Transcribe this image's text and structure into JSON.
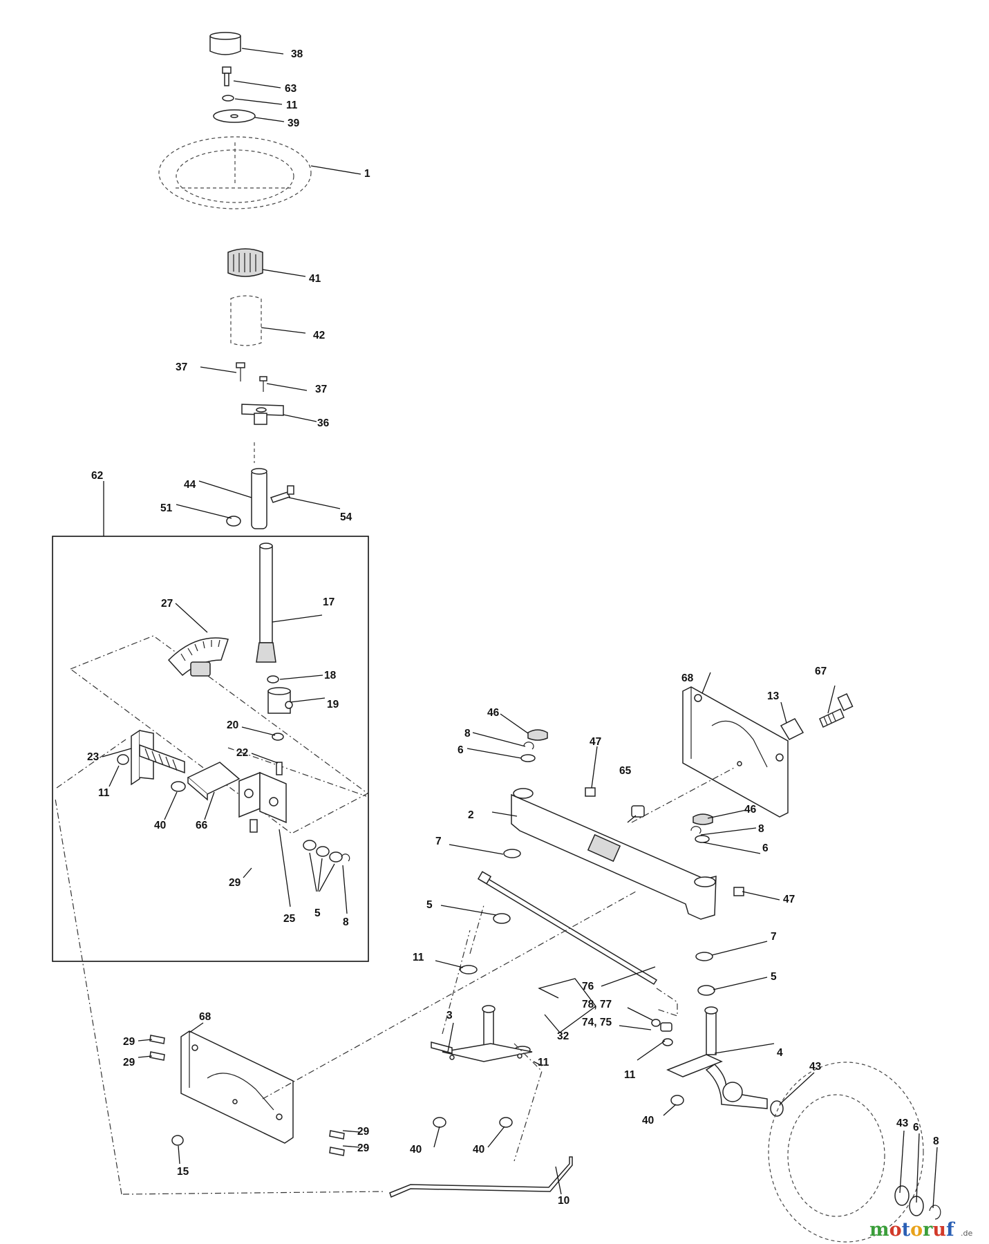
{
  "diagram": {
    "callouts": {
      "c38": "38",
      "c63": "63",
      "c11a": "11",
      "c39": "39",
      "c1": "1",
      "c41": "41",
      "c42": "42",
      "c37a": "37",
      "c37b": "37",
      "c36": "36",
      "c62": "62",
      "c44": "44",
      "c51": "51",
      "c54": "54",
      "c27": "27",
      "c17": "17",
      "c18": "18",
      "c19": "19",
      "c20": "20",
      "c22": "22",
      "c23": "23",
      "c11b": "11",
      "c40a": "40",
      "c66": "66",
      "c29a": "29",
      "c25": "25",
      "c5a": "5",
      "c8a": "8",
      "c68a": "68",
      "c67": "67",
      "c13": "13",
      "c46a": "46",
      "c8b": "8",
      "c6a": "6",
      "c47a": "47",
      "c65": "65",
      "c2": "2",
      "c46b": "46",
      "c8c": "8",
      "c6b": "6",
      "c47b": "47",
      "c7a": "7",
      "c5b": "5",
      "c7b": "7",
      "c5c": "5",
      "c11c": "11",
      "c76": "76",
      "c7877": "78, 77",
      "c7475": "74, 75",
      "c32": "32",
      "c3": "3",
      "c11d": "11",
      "c4": "4",
      "c11e": "11",
      "c43a": "43",
      "c68b": "68",
      "c29b": "29",
      "c29c": "29",
      "c29d": "29",
      "c29e": "29",
      "c15": "15",
      "c40b": "40",
      "c40c": "40",
      "c40d": "40",
      "c10": "10",
      "c43b": "43",
      "c6c": "6",
      "c8d": "8"
    },
    "watermark": {
      "brand": "motoruf",
      "tld": ".de"
    }
  },
  "colors": {
    "ink": "#111111",
    "paper": "#ffffff",
    "wm_m": "#3a9e3a",
    "wm_o1": "#d23a2a",
    "wm_t": "#2a5fb4",
    "wm_o2": "#e8a21a",
    "wm_r": "#3a9e3a",
    "wm_u": "#d23a2a",
    "wm_f": "#2a5fb4"
  }
}
